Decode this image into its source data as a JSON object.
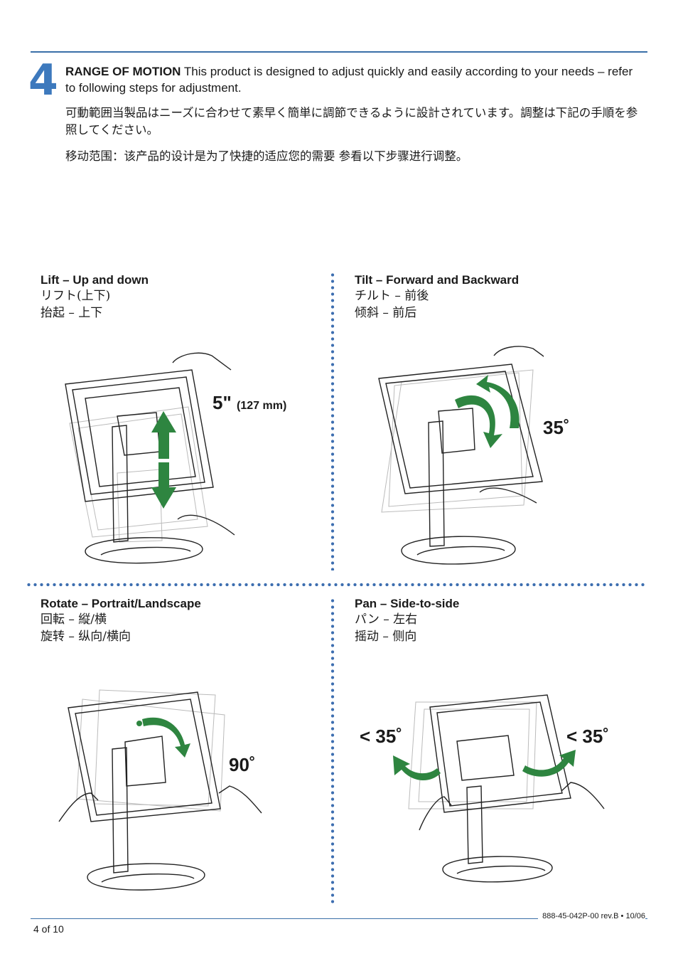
{
  "header": {
    "step_number": "4",
    "intro_bold": "RANGE OF  MOTION",
    "intro_text": " This product is designed to adjust quickly and easily according to your needs – refer to following steps for adjustment.",
    "japanese_text": "可動範囲当製品はニーズに合わせて素早く簡単に調節できるように設計されています。調整は下記の手順を参照してください。",
    "chinese_text": "移动范围：该产品的设计是为了快捷的适应您的需要  参看以下步骤进行调整。"
  },
  "sections": {
    "lift": {
      "title": "Lift – Up and down",
      "jp": "リフト(上下)",
      "cn": "抬起  – 上下",
      "measure_main": "5\"",
      "measure_sub": "(127 mm)"
    },
    "tilt": {
      "title": "Tilt – Forward and Backward",
      "jp": "チルト – 前後",
      "cn": "倾斜  –  前后",
      "measure": "35˚"
    },
    "rotate": {
      "title": "Rotate – Portrait/Landscape",
      "jp": "回転 – 縦/横",
      "cn": "旋转 –  纵向/横向",
      "measure": "90˚"
    },
    "pan": {
      "title": "Pan – Side-to-side",
      "jp": "パン – 左右",
      "cn": "摇动 –  侧向",
      "measure_left": "< 35˚",
      "measure_right": "< 35˚"
    }
  },
  "footer": {
    "doc_number": "888-45-042P-00 rev.B • 10/06",
    "page_label": "4 of 10"
  },
  "colors": {
    "accent_blue": "#3d79bd",
    "arrow_green": "#2e8540"
  }
}
